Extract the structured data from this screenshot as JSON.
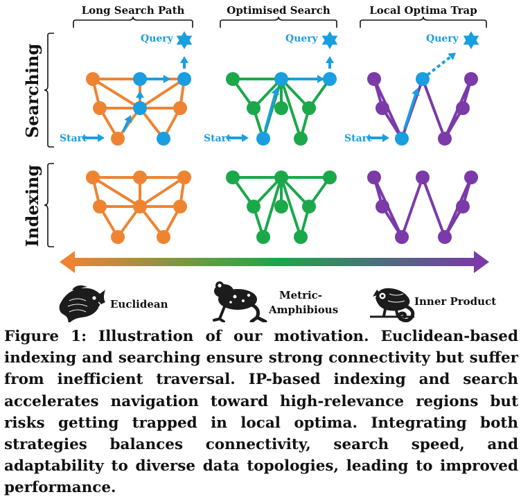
{
  "panels": {
    "long_search": "Long Search Path",
    "optimised": "Optimised Search",
    "local_trap": "Local Optima Trap"
  },
  "rows": {
    "searching": "Searching",
    "indexing": "Indexing"
  },
  "labels": {
    "query": "Query",
    "start": "Start"
  },
  "metrics": {
    "euclidean": "Euclidean",
    "metric_amphibious_line1": "Metric-",
    "metric_amphibious_line2": "Amphibious",
    "inner_product": "Inner Product"
  },
  "icons": {
    "euclidean": "fish-icon",
    "metric_amphibious": "frog-icon",
    "inner_product": "chameleon-icon"
  },
  "colors": {
    "euclidean": "#ee8432",
    "metric_amphibious": "#1aa84a",
    "inner_product": "#7a3aa8",
    "search_path": "#1a9ee0"
  },
  "caption": "Figure 1: Illustration of our motivation. Euclidean-based indexing and searching ensure strong connectivity but suffer from inefficient traversal. IP-based indexing and search accelerates navigation toward high-relevance regions but risks getting trapped in local optima. Integrating both strategies balances connectivity, search speed, and adaptability to diverse data topologies, leading to improved performance."
}
